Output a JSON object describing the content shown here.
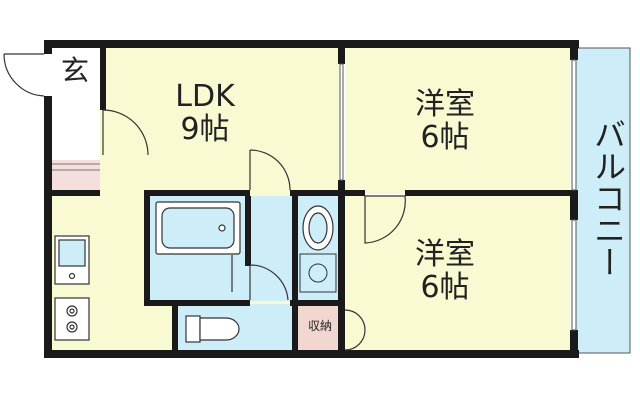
{
  "rooms": {
    "ldk": {
      "name": "LDK",
      "size": "9帖"
    },
    "bedroom1": {
      "name": "洋室",
      "size": "6帖"
    },
    "bedroom2": {
      "name": "洋室",
      "size": "6帖"
    },
    "entrance": {
      "label": "玄"
    },
    "storage": {
      "label": "収納"
    },
    "balcony": {
      "label": "バルコニー"
    }
  },
  "colors": {
    "room_fill": "#fafad2",
    "wet_fill": "#cdeef8",
    "wall": "#1a1a1a",
    "storage_fill": "#f2d7d0",
    "balcony_fill": "#cdeef8"
  }
}
